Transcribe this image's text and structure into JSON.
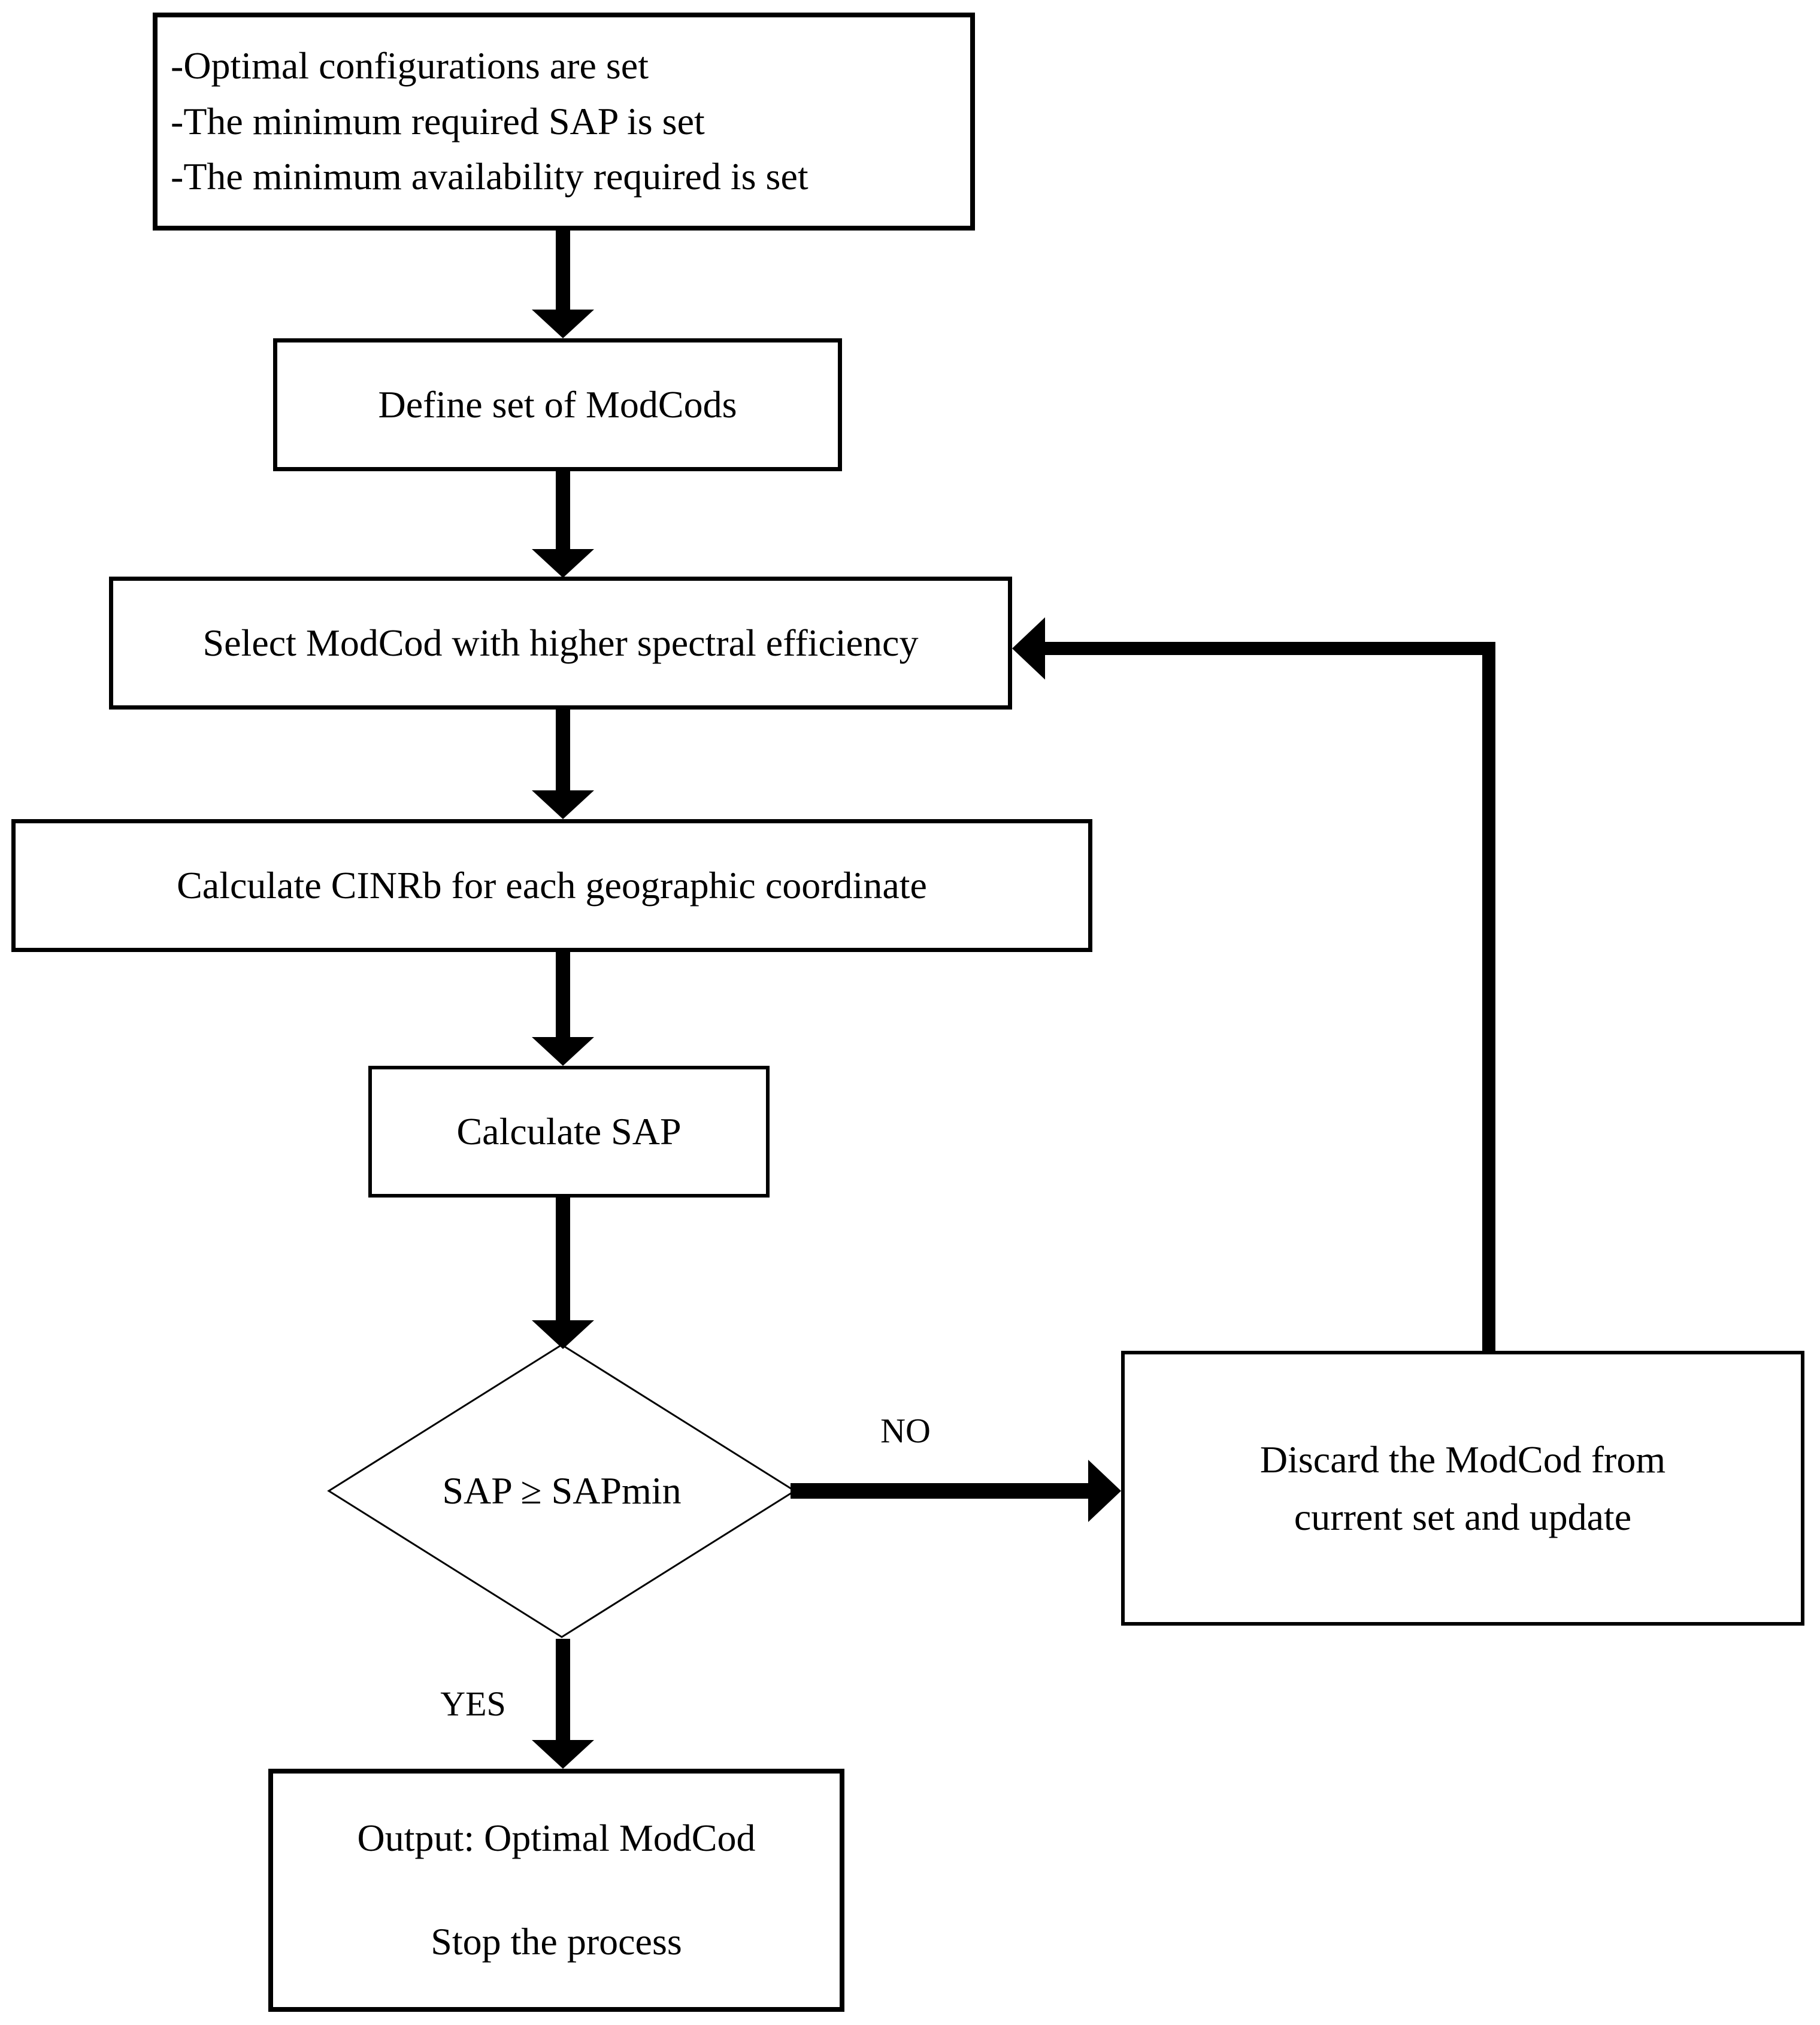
{
  "diagram": {
    "nodes": {
      "init": {
        "lines": [
          "-Optimal configurations are set",
          "-The minimum required SAP is set",
          "-The minimum availability required is set"
        ]
      },
      "define": {
        "label": "Define set of ModCods"
      },
      "select": {
        "label": "Select ModCod with higher spectral efficiency"
      },
      "cinrb": {
        "label": "Calculate CINRb for each geographic coordinate"
      },
      "sap": {
        "label": "Calculate SAP"
      },
      "decision": {
        "label": "SAP ≥ SAPmin"
      },
      "discard": {
        "lines": [
          "Discard the ModCod from",
          "current set and update"
        ]
      },
      "output": {
        "lines": [
          "Output: Optimal ModCod",
          "Stop the process"
        ]
      }
    },
    "edge_labels": {
      "no": "NO",
      "yes": "YES"
    },
    "colors": {
      "line": "#000000",
      "background": "#ffffff",
      "text": "#000000"
    }
  }
}
